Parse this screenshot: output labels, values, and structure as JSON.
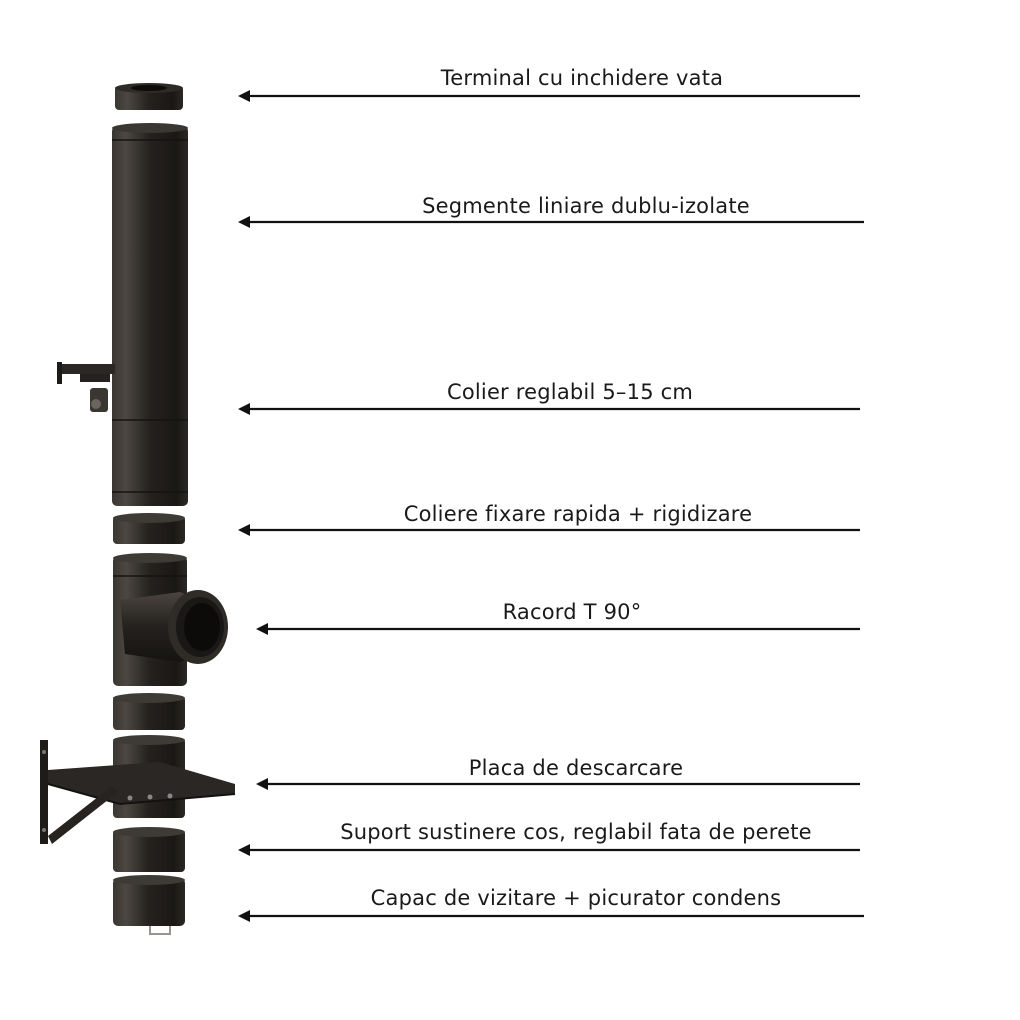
{
  "colors": {
    "metal_dark": "#1c1a17",
    "metal_mid": "#3a3631",
    "metal_light": "#5a554e",
    "line": "#111111",
    "text": "#1a1a1a"
  },
  "components": [
    {
      "id": "terminal",
      "label": "Terminal cu inchidere vata"
    },
    {
      "id": "segments",
      "label": "Segmente liniare dublu-izolate"
    },
    {
      "id": "adjustable-collar",
      "label": "Colier reglabil 5–15 cm"
    },
    {
      "id": "quick-collars",
      "label": "Coliere fixare rapida + rigidizare"
    },
    {
      "id": "tee",
      "label": "Racord T 90°"
    },
    {
      "id": "discharge-plate",
      "label": "Placa de descarcare"
    },
    {
      "id": "support",
      "label": "Suport sustinere cos, reglabil fata de perete"
    },
    {
      "id": "inspection-cap",
      "label": "Capac de vizitare + picurator condens"
    }
  ]
}
